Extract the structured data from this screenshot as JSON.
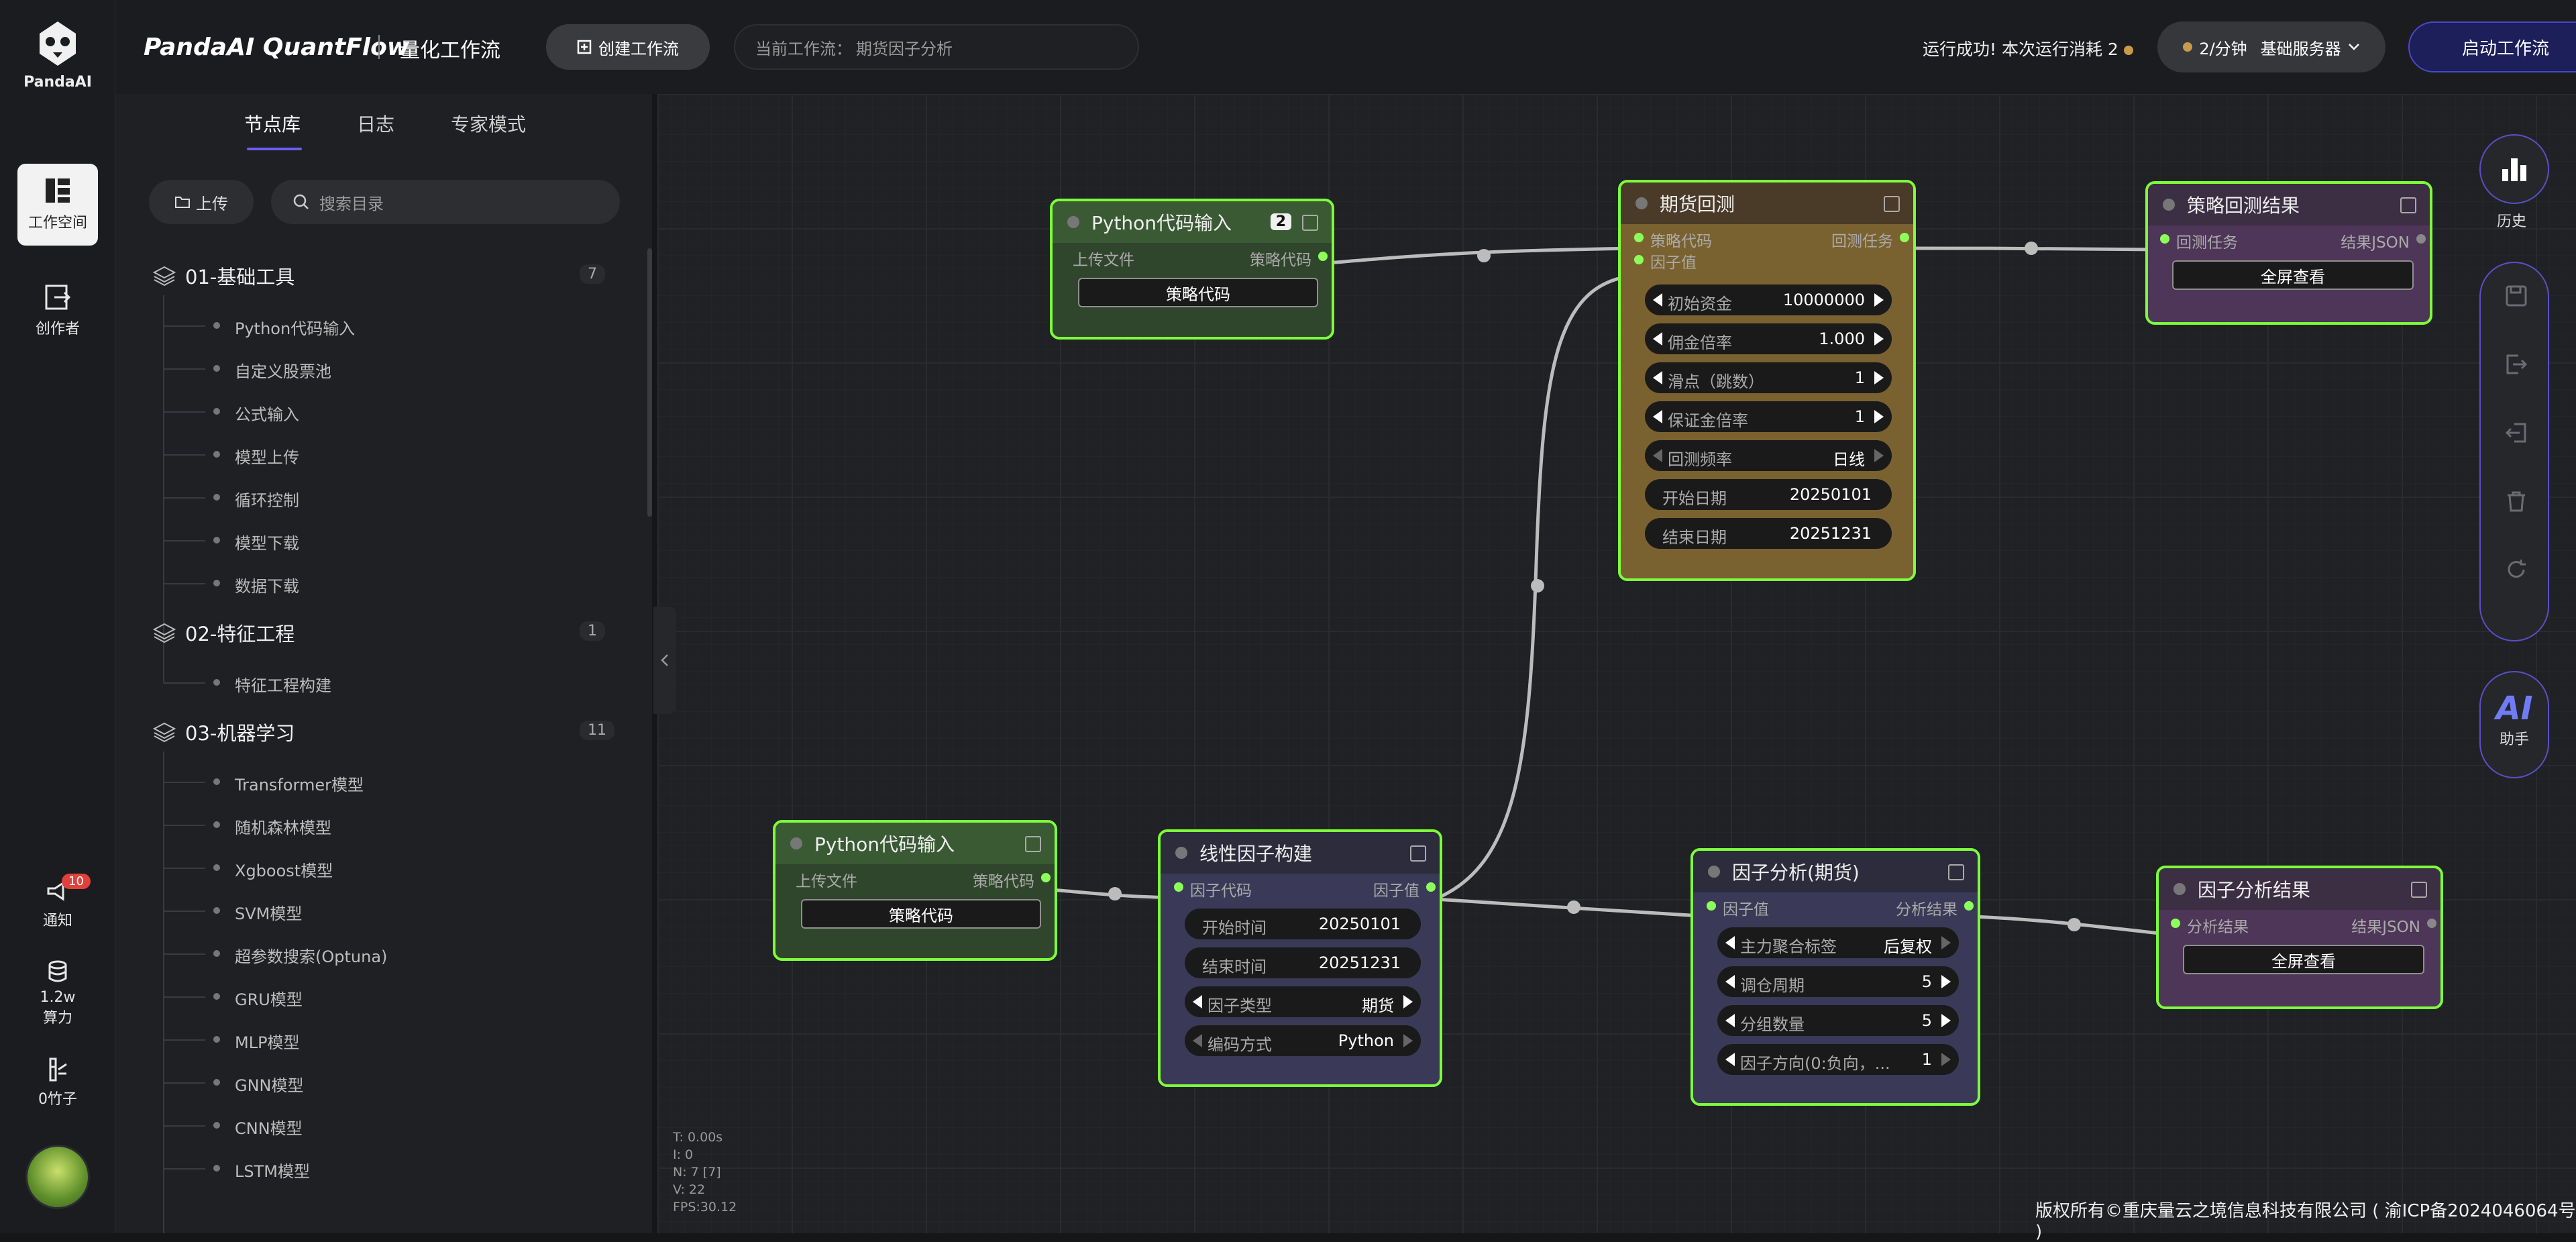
{
  "app": {
    "logo_text": "PandaAI",
    "brand": "PandaAI QuantFlow",
    "subtitle": "量化工作流"
  },
  "rail": {
    "workspace": "工作空间",
    "creator": "创作者",
    "notify": "通知",
    "notify_count": "10",
    "compute_value": "1.2w",
    "compute_label": "算力",
    "bamboo": "0竹子"
  },
  "topbar": {
    "create_btn": "创建工作流",
    "current_wf_label": "当前工作流：",
    "current_wf_name": "期货因子分析",
    "run_status": "运行成功!  本次运行消耗 2",
    "rate": "2/分钟",
    "server": "基础服务器",
    "start_btn": "启动工作流"
  },
  "panel": {
    "tabs": [
      "节点库",
      "日志",
      "专家模式"
    ],
    "upload": "上传",
    "search_placeholder": "搜索目录",
    "categories": [
      {
        "name": "01-基础工具",
        "count": "7",
        "items": [
          "Python代码输入",
          "自定义股票池",
          "公式输入",
          "模型上传",
          "循环控制",
          "模型下载",
          "数据下载"
        ]
      },
      {
        "name": "02-特征工程",
        "count": "1",
        "items": [
          "特征工程构建"
        ]
      },
      {
        "name": "03-机器学习",
        "count": "11",
        "items": [
          "Transformer模型",
          "随机森林模型",
          "Xgboost模型",
          "SVM模型",
          "超参数搜索(Optuna)",
          "GRU模型",
          "MLP模型",
          "GNN模型",
          "CNN模型",
          "LSTM模型"
        ]
      }
    ]
  },
  "nodes": {
    "py1": {
      "title": "Python代码输入",
      "badge": "2",
      "in": "上传文件",
      "out": "策略代码",
      "btn": "策略代码"
    },
    "py2": {
      "title": "Python代码输入",
      "in": "上传文件",
      "out": "策略代码",
      "btn": "策略代码"
    },
    "backtest": {
      "title": "期货回测",
      "in1": "策略代码",
      "out1": "回测任务",
      "in2": "因子值",
      "fields": [
        {
          "label": "初始资金",
          "value": "10000000"
        },
        {
          "label": "佣金倍率",
          "value": "1.000"
        },
        {
          "label": "滑点（跳数）",
          "value": "1"
        },
        {
          "label": "保证金倍率",
          "value": "1"
        },
        {
          "label": "回测频率",
          "value": "日线"
        }
      ],
      "start_label": "开始日期",
      "start_value": "20250101",
      "end_label": "结束日期",
      "end_value": "20251231"
    },
    "result": {
      "title": "策略回测结果",
      "in": "回测任务",
      "out": "结果JSON",
      "btn": "全屏查看"
    },
    "linear": {
      "title": "线性因子构建",
      "in": "因子代码",
      "out": "因子值",
      "start_label": "开始时间",
      "start_value": "20250101",
      "end_label": "结束时间",
      "end_value": "20251231",
      "type_label": "因子类型",
      "type_value": "期货",
      "code_label": "编码方式",
      "code_value": "Python"
    },
    "analysis": {
      "title": "因子分析(期货)",
      "in": "因子值",
      "out": "分析结果",
      "fields": [
        {
          "label": "主力聚合标签",
          "value": "后复权"
        },
        {
          "label": "调仓周期",
          "value": "5"
        },
        {
          "label": "分组数量",
          "value": "5"
        },
        {
          "label": "因子方向(0:负向，...",
          "value": "1"
        }
      ]
    },
    "aresult": {
      "title": "因子分析结果",
      "in": "分析结果",
      "out": "结果JSON",
      "btn": "全屏查看"
    }
  },
  "tools": {
    "history": "历史",
    "ai": "AI",
    "ai_label": "助手"
  },
  "stats": {
    "t": "T: 0.00s",
    "i": "I: 0",
    "n": "N: 7 [7]",
    "v": "V: 22",
    "fps": "FPS:30.12"
  },
  "footer": {
    "copyright": "版权所有©重庆量云之境信息科技有限公司 ( 渝ICP备2024046064号 )"
  },
  "colors": {
    "accent": "#6f5cf0",
    "node_border": "#7cff3a",
    "start_btn": "#1c1f5a"
  }
}
